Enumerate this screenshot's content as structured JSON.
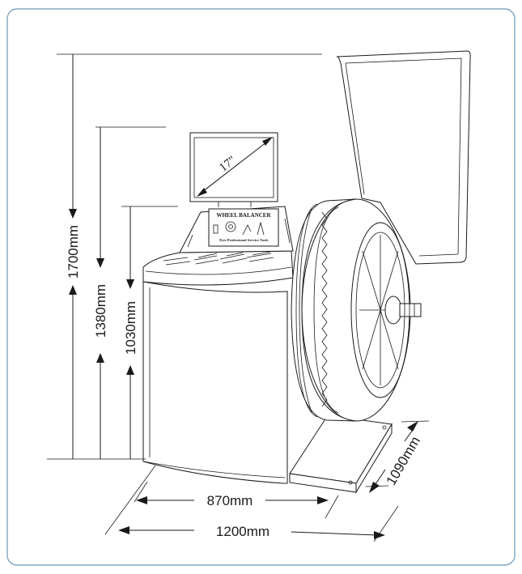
{
  "dimensions": {
    "height_overall": "1700mm",
    "height_screen": "1380mm",
    "height_console": "1030mm",
    "width_body": "870mm",
    "width_overall": "1200mm",
    "depth": "1090mm"
  },
  "screen_size": "17\"",
  "panel": {
    "title": "WHEEL BALANCER",
    "subtitle": "Tyre Professional Service Tools"
  },
  "colors": {
    "frame_border": "#6a9ab4",
    "line": "#1a1a1a",
    "background": "#ffffff"
  }
}
